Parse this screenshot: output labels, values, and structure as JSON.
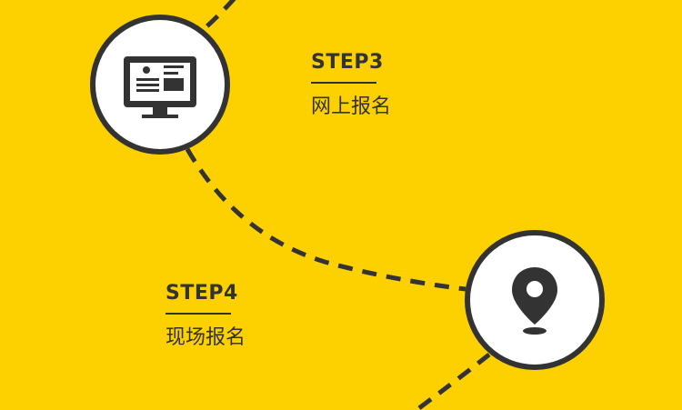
{
  "colors": {
    "background": "#FDD000",
    "ink": "#333333",
    "circle_fill": "#FFFFFF"
  },
  "steps": [
    {
      "title": "STEP3",
      "text": "网上报名",
      "icon": "monitor-icon"
    },
    {
      "title": "STEP4",
      "text": "现场报名",
      "icon": "location-pin-icon"
    }
  ]
}
